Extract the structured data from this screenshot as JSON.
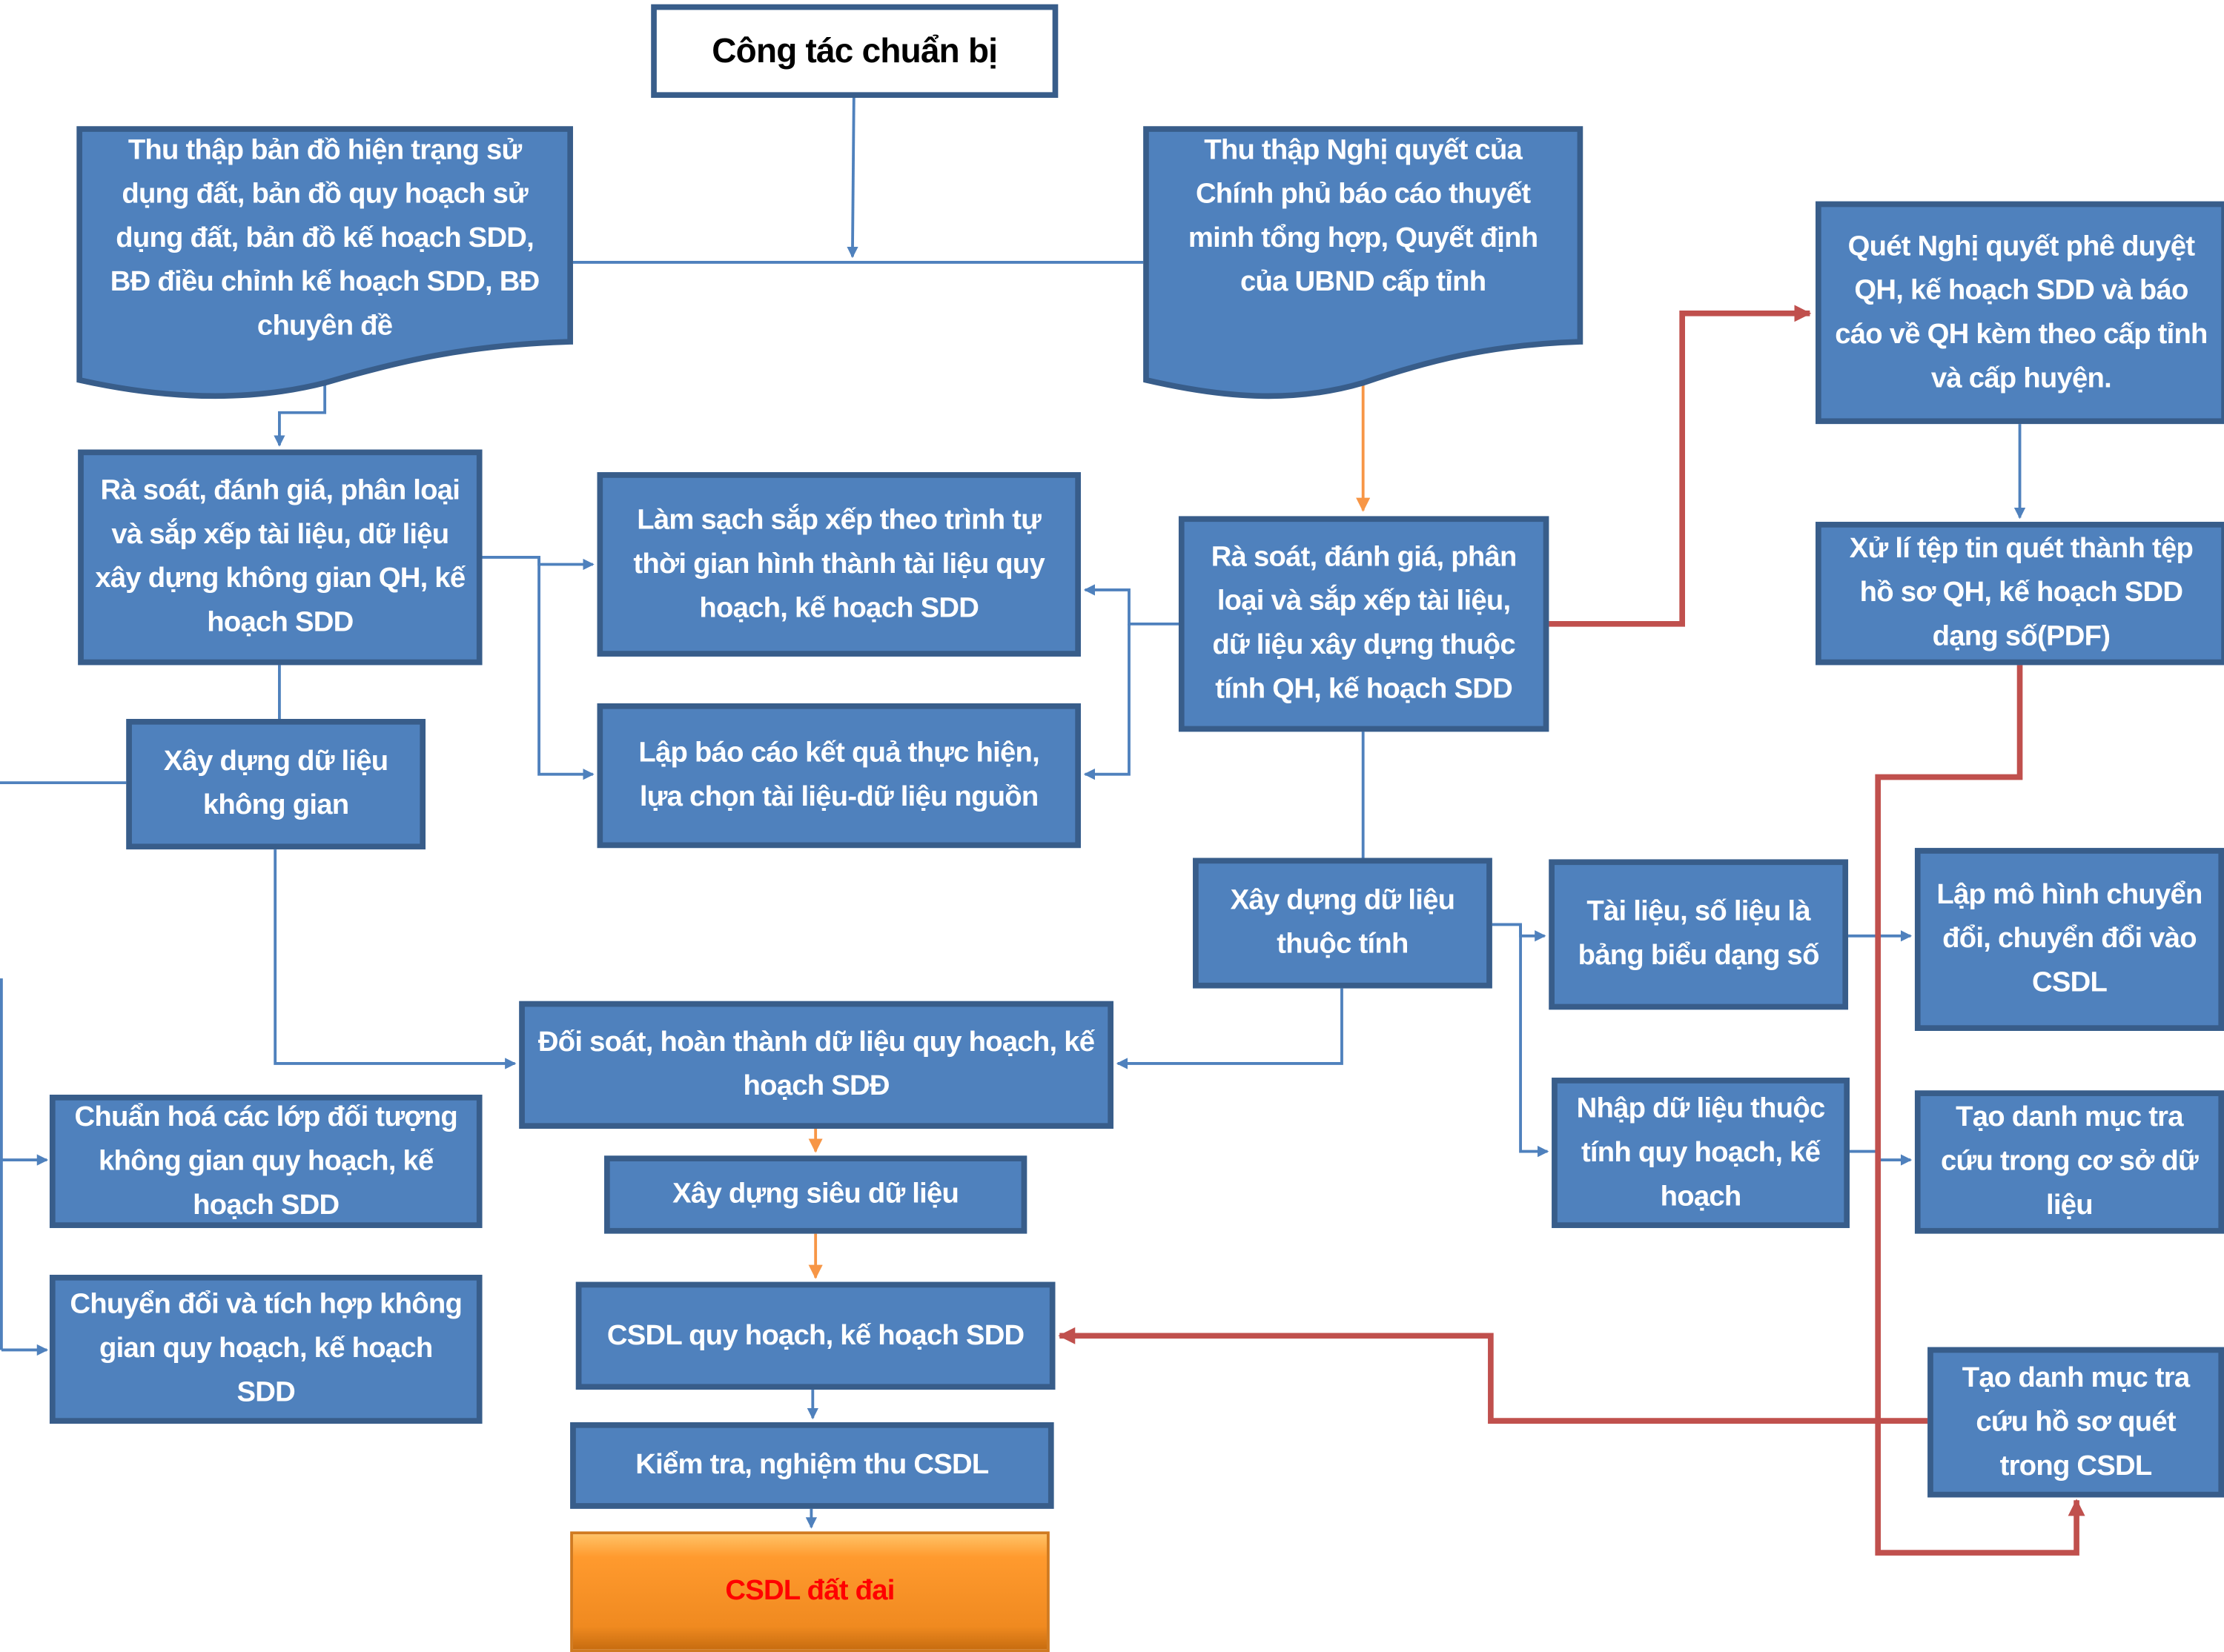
{
  "diagram": {
    "start": "Công tác chuẩn bị",
    "collect_maps": "Thu thập bản đồ hiện trạng sử dụng đất, bản đồ quy hoạch sử dụng đất, bản đồ kế hoạch SDD, BĐ điều chỉnh kế hoạch SDD, BĐ chuyên đề",
    "collect_resolutions": "Thu thập Nghị quyết của Chính phủ báo cáo thuyết minh tổng hợp, Quyết định của UBND cấp tỉnh",
    "scan_resolutions": "Quét Nghị quyết phê duyệt QH, kế hoạch SDD và báo cáo về QH kèm  theo cấp tỉnh và cấp huyện.",
    "process_scans": "Xử lí tệp tin quét thành tệp hồ sơ QH, kế hoạch SDD dạng số(PDF)",
    "review_spatial": "Rà soát, đánh giá, phân loại và sắp xếp tài liệu, dữ liệu xây dựng không gian QH, kế hoạch SDD",
    "clean_sort": "Làm sạch sắp xếp theo trình tự thời gian hình thành tài liệu quy hoạch, kế hoạch SDD",
    "report_results": "Lập báo cáo kết quả thực hiện, lựa chọn tài liệu-dữ liệu nguồn",
    "review_attribute": "Rà soát, đánh giá, phân loại và sắp xếp tài liệu, dữ liệu xây dựng thuộc tính QH, kế hoạch SDD",
    "build_spatial": "Xây dựng dữ liệu không gian",
    "build_attribute": "Xây dựng dữ liệu thuộc tính",
    "digital_tables": "Tài liệu, số liệu là bảng biểu dạng số",
    "conversion_model": "Lập mô hình chuyển đổi, chuyển đổi vào CSDL",
    "reconcile": "Đối soát, hoàn thành dữ liệu quy hoạch, kế hoạch SDĐ",
    "standardize": "Chuẩn hoá các lớp đối tượng không gian quy hoạch, kế hoạch SDD",
    "metadata": "Xây dựng siêu dữ liệu",
    "enter_attribute": "Nhập dữ liệu thuộc tính quy hoạch, kế hoạch",
    "lookup_catalog": "Tạo danh mục tra cứu trong cơ sở dữ liệu",
    "convert_integrate": "Chuyển đổi và tích hợp không gian quy hoạch, kế hoạch SDD",
    "planning_db": "CSDL quy hoạch, kế hoạch SDD",
    "scan_catalog": "Tạo danh mục tra cứu hồ sơ quét trong CSDL",
    "inspect": "Kiểm tra, nghiệm thu CSDL",
    "land_db": "CSDL đất đai"
  },
  "colors": {
    "box": "#4f81bd",
    "border": "#385d8a",
    "red_link": "#c0504d",
    "orange_link": "#f79646",
    "final": "#f79646"
  }
}
